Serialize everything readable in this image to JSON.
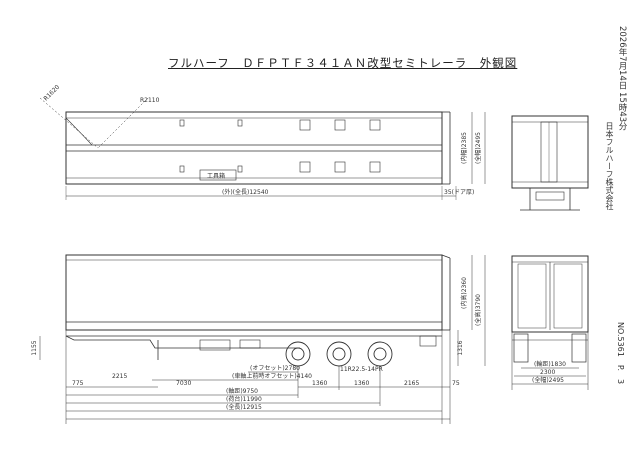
{
  "title": "フルハーフ　ＤＦＰＴＦ３４１ＡＮ改型セミトレーラ　外観図",
  "print_date": "2026年7月14日 15時43分",
  "maker_stamp": "日本フルハーフ株式会社",
  "doc_number": "NO.5361　P.　3",
  "top_view": {
    "radius_front": "R1620",
    "radius_side": "R2110",
    "toolbox_label": "工具箱",
    "overall_length": "(外)(全長)12540",
    "door_thickness": "35(ドア厚)",
    "inner_width": "(内幅)2385",
    "outer_width": "(全幅)2495"
  },
  "side_view": {
    "fifth_wheel_height": "1155",
    "deck_height": "1316",
    "inner_height": "(内高)2360",
    "overall_height": "(全高)3790",
    "tyre_spec": "11R22.5-14PR",
    "offset": "(オフセット)2780",
    "kingpin_to_axle": "(車軸上前時オフセット)4140",
    "spacing_1360_a": "1360",
    "spacing_1360_b": "1360",
    "spacing_2165": "2165",
    "front_overhang_775": "775",
    "dim_2215": "2215",
    "dim_7030": "7030",
    "rear_overhang_75": "75",
    "wheelbase": "(軸距)9750",
    "body_length": "(荷台)11990",
    "overall_length": "(全長)12915"
  },
  "rear_view": {
    "track": "(輪距)1830",
    "frame_width": "2300",
    "overall_width": "(全幅)2495"
  },
  "colors": {
    "line": "#333333",
    "paper": "#ffffff",
    "text": "#222222"
  }
}
